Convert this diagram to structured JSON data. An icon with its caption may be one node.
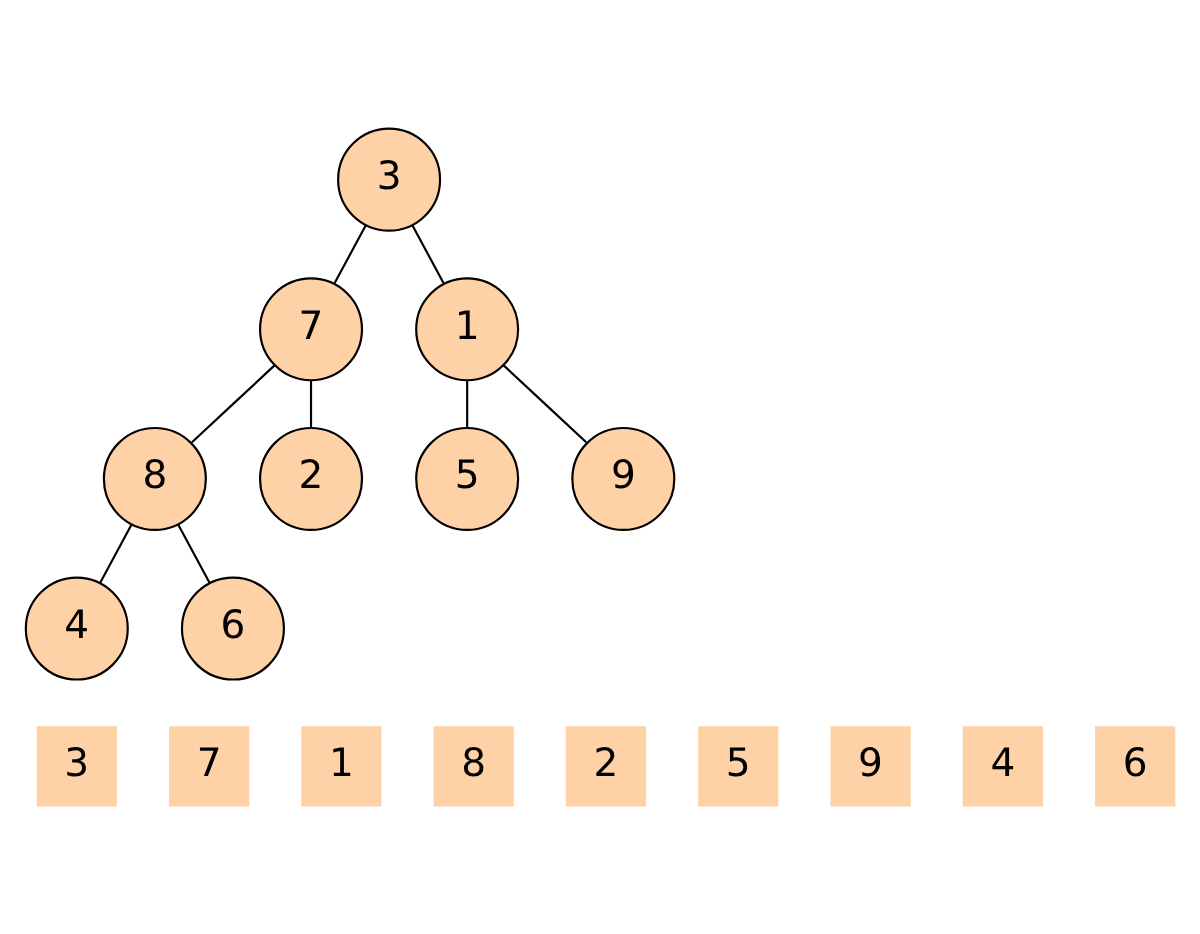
{
  "diagram": {
    "nodes": [
      {
        "text": [
          "3"
        ]
      },
      {
        "text": [
          "7"
        ]
      },
      {
        "text": [
          "1"
        ]
      },
      {
        "text": [
          "8"
        ]
      },
      {
        "text": [
          "2"
        ]
      },
      {
        "text": [
          "5"
        ]
      },
      {
        "text": [
          "9"
        ]
      },
      {
        "text": [
          "4"
        ]
      },
      {
        "text": [
          "6"
        ]
      },
      {
        "text": [
          "3"
        ]
      },
      {
        "text": [
          "7"
        ]
      },
      {
        "text": [
          "1"
        ]
      },
      {
        "text": [
          "8"
        ]
      },
      {
        "text": [
          "2"
        ]
      },
      {
        "text": [
          "5"
        ]
      },
      {
        "text": [
          "9"
        ]
      },
      {
        "text": [
          "4"
        ]
      },
      {
        "text": [
          "6"
        ]
      }
    ],
    "edges": [
      {
        "from": 0,
        "to": 1,
        "arrow": "none"
      },
      {
        "from": 0,
        "to": 2,
        "arrow": "none"
      },
      {
        "from": 1,
        "to": 3,
        "arrow": "none"
      },
      {
        "from": 1,
        "to": 4,
        "arrow": "none"
      },
      {
        "from": 2,
        "to": 5,
        "arrow": "none"
      },
      {
        "from": 2,
        "to": 6,
        "arrow": "none"
      },
      {
        "from": 3,
        "to": 7,
        "arrow": "none"
      },
      {
        "from": 3,
        "to": 8,
        "arrow": "none"
      }
    ]
  }
}
